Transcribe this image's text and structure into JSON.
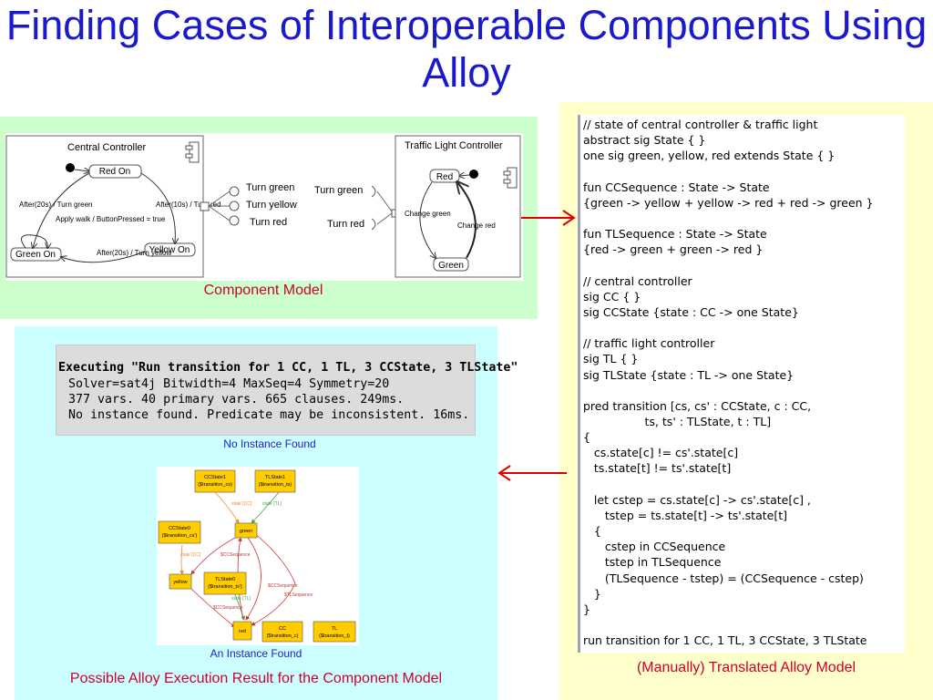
{
  "title": "Finding Cases of Interoperable Components Using Alloy",
  "component_model": {
    "caption": "Component Model",
    "central_controller": {
      "title": "Central Controller",
      "states": [
        "Red On",
        "Yellow On",
        "Green On"
      ],
      "transitions": [
        "After(20s) / Turn green",
        "After(10s) / Turn red",
        "After(20s) / Turn yellow",
        "Apply walk / ButtonPressed = true"
      ]
    },
    "interface_out": [
      "Turn green",
      "Turn yellow",
      "Turn red"
    ],
    "interface_in": [
      "Turn green",
      "Turn red"
    ],
    "traffic_light_controller": {
      "title": "Traffic Light Controller",
      "states": [
        "Red",
        "Green"
      ],
      "transitions": [
        "Change green",
        "Change red"
      ]
    }
  },
  "alloy_model": {
    "caption": "(Manually) Translated Alloy Model",
    "code": "// state of central controller & traffic light\nabstract sig State { }\none sig green, yellow, red extends State { }\n\nfun CCSequence : State -> State\n{green -> yellow + yellow -> red + red -> green }\n\nfun TLSequence : State -> State\n{red -> green + green -> red }\n\n// central controller\nsig CC { }\nsig CCState {state : CC -> one State}\n\n// traffic light controller\nsig TL { }\nsig TLState {state : TL -> one State}\n\npred transition [cs, cs' : CCState, c : CC,\n                 ts, ts' : TLState, t : TL]\n{\n   cs.state[c] != cs'.state[c]\n   ts.state[t] != ts'.state[t]\n\n   let cstep = cs.state[c] -> cs'.state[c] ,\n      tstep = ts.state[t] -> ts'.state[t]\n   {\n      cstep in CCSequence\n      tstep in TLSequence\n      (TLSequence - tstep) = (CCSequence - cstep)\n   }\n}\n\nrun transition for 1 CC, 1 TL, 3 CCState, 3 TLState"
  },
  "execution": {
    "caption": "Possible Alloy Execution Result for the Component Model",
    "console_header": "Executing \"Run transition for 1 CC, 1 TL, 3 CCState, 3 TLState\"",
    "console_lines": [
      "Solver=sat4j Bitwidth=4 MaxSeq=4 Symmetry=20",
      "377 vars. 40 primary vars. 665 clauses. 249ms.",
      "No instance found. Predicate may be inconsistent. 16ms."
    ],
    "no_instance_caption": "No Instance Found",
    "instance_caption": "An Instance Found",
    "instance_nodes": {
      "ccstate1": [
        "CCState1",
        "($transition_cs)"
      ],
      "tlstate1": [
        "TLState1",
        "($transition_ts)"
      ],
      "ccstate0": [
        "CCState0",
        "($transition_cs')"
      ],
      "green": "green",
      "yellow": "yellow",
      "tlstate0": [
        "TLState0",
        "($transition_ts')"
      ],
      "red": "red",
      "cc": [
        "CC",
        "($transition_c)"
      ],
      "tl": [
        "TL",
        "($transition_t)"
      ]
    },
    "instance_edges": {
      "state_cc": "state [CC]",
      "state_tl": "state [TL]",
      "ccsequence": "$CCSequence",
      "tlsequence": "$TLSequence"
    }
  },
  "colors": {
    "title": "#1a1acc",
    "caption_red": "#cc0033",
    "caption_blue": "#1a1acc",
    "component_panel": "#ccffcc",
    "alloy_panel": "#ffffcc",
    "exec_panel": "#ccffff",
    "arrow": "#e00000",
    "graph_node": "#ffcc00"
  }
}
